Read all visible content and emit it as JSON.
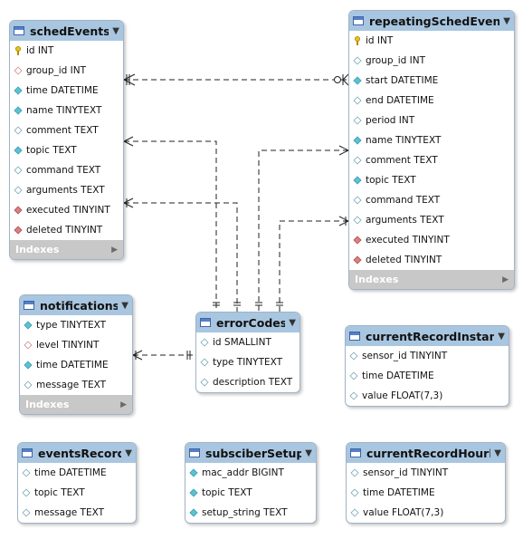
{
  "tables": {
    "schedEvents": {
      "name": "schedEvents",
      "columns": [
        {
          "label": "id INT",
          "icon": "key"
        },
        {
          "label": "group_id INT",
          "icon": "diamond-rose"
        },
        {
          "label": "time DATETIME",
          "icon": "diamond-filled"
        },
        {
          "label": "name TINYTEXT",
          "icon": "diamond-filled"
        },
        {
          "label": "comment TEXT",
          "icon": "diamond-open"
        },
        {
          "label": "topic TEXT",
          "icon": "diamond-filled"
        },
        {
          "label": "command TEXT",
          "icon": "diamond-open"
        },
        {
          "label": "arguments TEXT",
          "icon": "diamond-open"
        },
        {
          "label": "executed TINYINT",
          "icon": "diamond-red"
        },
        {
          "label": "deleted TINYINT",
          "icon": "diamond-red"
        }
      ],
      "indexes_label": "Indexes"
    },
    "repeatingSchedEvents": {
      "name": "repeatingSchedEvents",
      "columns": [
        {
          "label": "id INT",
          "icon": "key"
        },
        {
          "label": "group_id INT",
          "icon": "diamond-open"
        },
        {
          "label": "start DATETIME",
          "icon": "diamond-filled"
        },
        {
          "label": "end DATETIME",
          "icon": "diamond-open"
        },
        {
          "label": "period INT",
          "icon": "diamond-open"
        },
        {
          "label": "name TINYTEXT",
          "icon": "diamond-filled"
        },
        {
          "label": "comment TEXT",
          "icon": "diamond-open"
        },
        {
          "label": "topic TEXT",
          "icon": "diamond-filled"
        },
        {
          "label": "command TEXT",
          "icon": "diamond-open"
        },
        {
          "label": "arguments TEXT",
          "icon": "diamond-open"
        },
        {
          "label": "executed TINYINT",
          "icon": "diamond-red"
        },
        {
          "label": "deleted TINYINT",
          "icon": "diamond-red"
        }
      ],
      "indexes_label": "Indexes"
    },
    "notifications": {
      "name": "notifications",
      "columns": [
        {
          "label": "type TINYTEXT",
          "icon": "diamond-filled"
        },
        {
          "label": "level TINYINT",
          "icon": "diamond-rose"
        },
        {
          "label": "time DATETIME",
          "icon": "diamond-filled"
        },
        {
          "label": "message TEXT",
          "icon": "diamond-open"
        }
      ],
      "indexes_label": "Indexes"
    },
    "errorCodes": {
      "name": "errorCodes",
      "columns": [
        {
          "label": "id SMALLINT",
          "icon": "diamond-open"
        },
        {
          "label": "type TINYTEXT",
          "icon": "diamond-open"
        },
        {
          "label": "description TEXT",
          "icon": "diamond-open"
        }
      ]
    },
    "currentRecordInstant": {
      "name": "currentRecordInstant",
      "columns": [
        {
          "label": "sensor_id TINYINT",
          "icon": "diamond-open"
        },
        {
          "label": "time DATETIME",
          "icon": "diamond-open"
        },
        {
          "label": "value FLOAT(7,3)",
          "icon": "diamond-open"
        }
      ]
    },
    "eventsRecord": {
      "name": "eventsRecord",
      "columns": [
        {
          "label": "time DATETIME",
          "icon": "diamond-open"
        },
        {
          "label": "topic TEXT",
          "icon": "diamond-open"
        },
        {
          "label": "message TEXT",
          "icon": "diamond-open"
        }
      ]
    },
    "subsciberSetup": {
      "name": "subsciberSetup",
      "columns": [
        {
          "label": "mac_addr BIGINT",
          "icon": "diamond-filled"
        },
        {
          "label": "topic TEXT",
          "icon": "diamond-filled"
        },
        {
          "label": "setup_string TEXT",
          "icon": "diamond-filled"
        }
      ]
    },
    "currentRecordHourly": {
      "name": "currentRecordHourly",
      "columns": [
        {
          "label": "sensor_id TINYINT",
          "icon": "diamond-open"
        },
        {
          "label": "time DATETIME",
          "icon": "diamond-open"
        },
        {
          "label": "value FLOAT(7,3)",
          "icon": "diamond-open"
        }
      ]
    }
  },
  "colors": {
    "header_bg": "#a9c6e0",
    "indexes_bg": "#c8c8c8",
    "line": "#222222"
  }
}
